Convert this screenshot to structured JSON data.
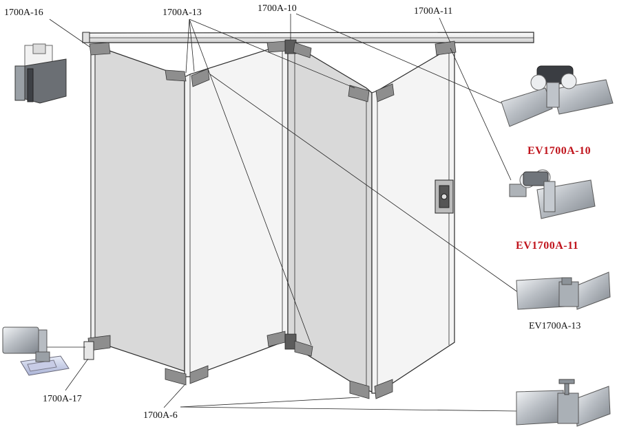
{
  "labels": {
    "a16": "1700A-16",
    "a13": "1700A-13",
    "a10": "1700A-10",
    "a11": "1700A-11",
    "a17": "1700A-17",
    "a6": "1700A-6"
  },
  "product_labels": {
    "ev10": "EV1700A-10",
    "ev11": "EV1700A-11",
    "ev13": "EV1700A-13"
  },
  "colors": {
    "glass": "#d9d9d9",
    "frame": "#2a2a2a",
    "red_label": "#c0141c"
  }
}
